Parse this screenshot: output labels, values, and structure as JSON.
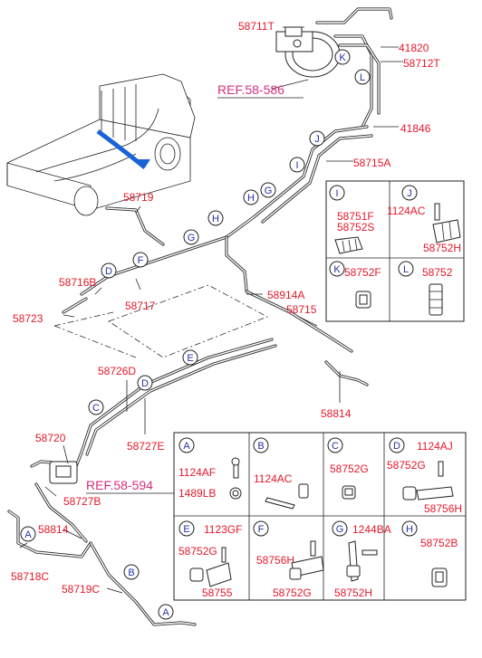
{
  "figure": {
    "refs": [
      "REF.58-586",
      "REF.58-594"
    ],
    "callouts": {
      "p58711T": "58711T",
      "p41820": "41820",
      "p58712T": "58712T",
      "p41846": "41846",
      "p58715A": "58715A",
      "p58719": "58719",
      "p58716B": "58716B",
      "p58723": "58723",
      "p58717": "58717",
      "p58914A": "58914A",
      "p58715": "58715",
      "p58726D": "58726D",
      "p58727E": "58727E",
      "p58814a": "58814",
      "p58720": "58720",
      "p58727B": "58727B",
      "p58814b": "58814",
      "p58718C": "58718C",
      "p58719C": "58719C"
    },
    "route_letters": [
      "K",
      "L",
      "J",
      "I",
      "H",
      "G",
      "G",
      "H",
      "D",
      "F",
      "E",
      "D",
      "C",
      "A",
      "B",
      "A"
    ]
  },
  "detail_boxes": [
    {
      "letter": "I",
      "parts": [
        "58751F",
        "58752S"
      ]
    },
    {
      "letter": "J",
      "parts": [
        "1124AC",
        "58752H"
      ]
    },
    {
      "letter": "K",
      "parts": [
        "58752F"
      ]
    },
    {
      "letter": "L",
      "parts": [
        "58752"
      ]
    },
    {
      "letter": "A",
      "parts": [
        "1124AF",
        "1489LB"
      ]
    },
    {
      "letter": "B",
      "parts": [
        "1124AC"
      ]
    },
    {
      "letter": "C",
      "parts": [
        "58752G"
      ]
    },
    {
      "letter": "D",
      "parts": [
        "1124AJ",
        "58752G",
        "58756H"
      ]
    },
    {
      "letter": "E",
      "parts": [
        "1123GF",
        "58752G",
        "58755"
      ]
    },
    {
      "letter": "F",
      "parts": [
        "58756H",
        "58752G"
      ]
    },
    {
      "letter": "G",
      "parts": [
        "1244BA",
        "58752H"
      ]
    },
    {
      "letter": "H",
      "parts": [
        "58752B"
      ]
    }
  ]
}
